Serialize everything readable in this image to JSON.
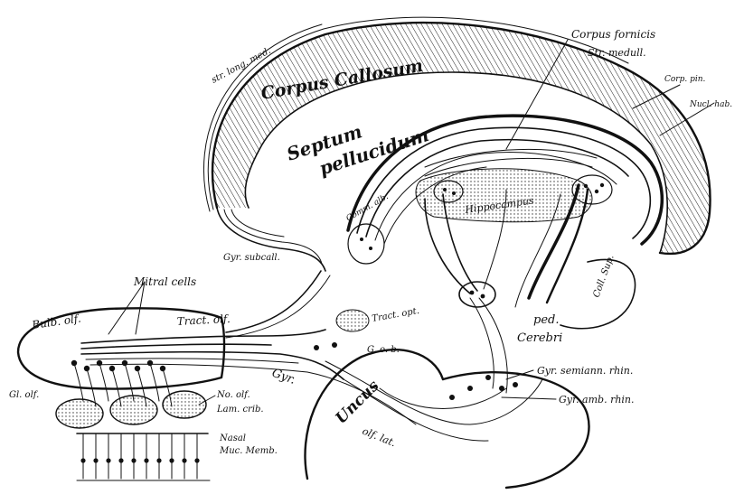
{
  "labels": {
    "str_long_med": "str. long. med.",
    "corpus_callosum": "Corpus Callosum",
    "corpus_fornicis": "Corpus fornicis",
    "str_medull": "Str. medull.",
    "corp_pin": "Corp. pin.",
    "nucl_hab": "Nucl. hab.",
    "septum": "Septum",
    "pellucidum": "pellucidum",
    "comm_alb": "Comm. alb.",
    "hippocampus": "Hippocampus",
    "gyr_subcall": "Gyr. subcall.",
    "mitral_cells": "Mitral cells",
    "bulb_olf": "Bulb. olf.",
    "tract_olf": "Tract. olf.",
    "tract_opt": "Tract. opt.",
    "ped_cerebri": "ped.",
    "cerebri": "Cerebri",
    "coll_sup": "Coll. Sup.",
    "g_o_b": "G. o. b.",
    "gyr": "Gyr.",
    "uncus": "Uncus",
    "olf_lat": "olf. lat.",
    "gyr_semiann_rhin": "Gyr. semiann. rhin.",
    "gyr_amb_rhin": "Gyr. amb. rhin.",
    "gl_olf": "Gl. olf.",
    "no_olf": "No. olf.",
    "lam_crib": "Lam. crib.",
    "nasal": "Nasal",
    "muc_memb": "Muc. Memb."
  }
}
